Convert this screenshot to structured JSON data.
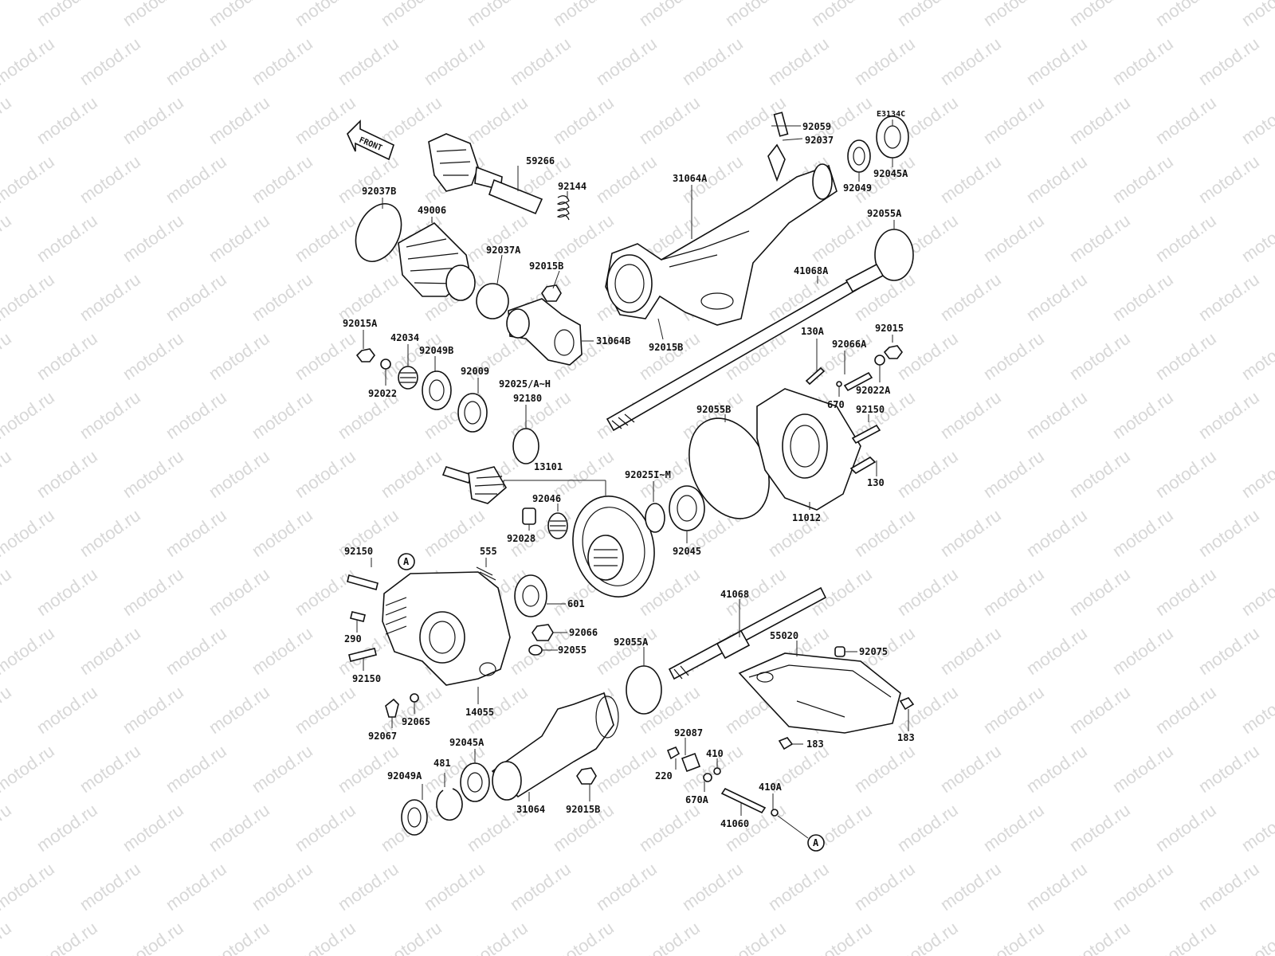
{
  "watermark": "motod.ru",
  "figure_code": "E3134C",
  "front_arrow_label": "FRONT",
  "callout_marker": "A",
  "part_labels": [
    "92059",
    "92037",
    "E3134C",
    "59266",
    "92144",
    "92037B",
    "49006",
    "31064A",
    "92045A",
    "92049",
    "92055A",
    "92037A",
    "92015B",
    "41068A",
    "31064B",
    "92015A",
    "42034",
    "92049B",
    "92009",
    "92015B",
    "130A",
    "92015",
    "92066A",
    "92022",
    "92025/A~H",
    "92180",
    "670",
    "92022A",
    "92055B",
    "92150",
    "13101",
    "92025I~M",
    "130",
    "92046",
    "92028",
    "11012",
    "92045",
    "92150",
    "555",
    "601",
    "41068",
    "290",
    "92066",
    "92055",
    "92055A",
    "55020",
    "92075",
    "92150",
    "92065",
    "14055",
    "92067",
    "92087",
    "183",
    "183",
    "92045A",
    "410",
    "481",
    "220",
    "410A",
    "92049A",
    "31064",
    "92015B",
    "670A",
    "41060"
  ]
}
